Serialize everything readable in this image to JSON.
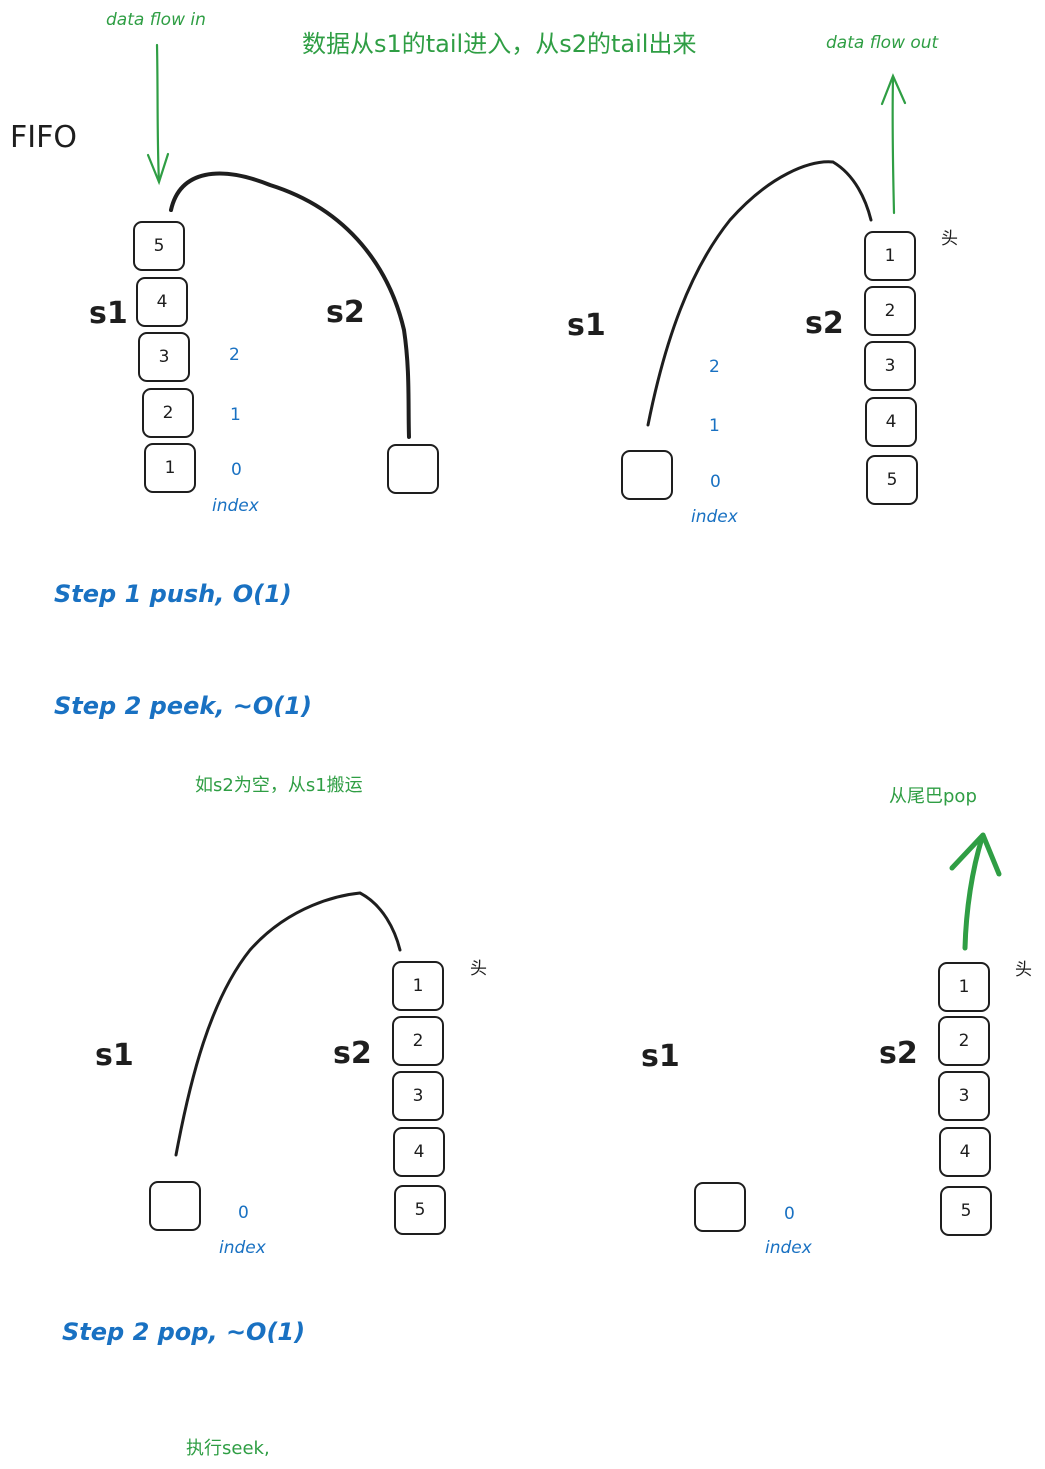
{
  "header": {
    "flow_in": "data flow in",
    "flow_out": "data flow out",
    "description": "数据从s1的tail进入，从s2的tail出来",
    "fifo": "FIFO"
  },
  "labels": {
    "s1": "s1",
    "s2": "s2",
    "index": "index",
    "head": "头"
  },
  "panel_push": {
    "s1_stack": [
      "5",
      "4",
      "3",
      "2",
      "1"
    ],
    "indices": [
      "2",
      "1",
      "0"
    ],
    "s2_stack": [
      ""
    ]
  },
  "panel_transfer": {
    "s1_stack": [
      ""
    ],
    "indices": [
      "2",
      "1",
      "0"
    ],
    "s2_stack": [
      "1",
      "2",
      "3",
      "4",
      "5"
    ]
  },
  "steps": {
    "push": "Step 1 push, O(1)",
    "peek": "Step 2 peek, ~O(1)",
    "peek_note": "如s2为空，从s1搬运",
    "pop": "Step 2 pop, ~O(1)",
    "pop_note": "执行seek,"
  },
  "panel_peek": {
    "s1_stack": [
      ""
    ],
    "indices": [
      "0"
    ],
    "s2_stack": [
      "1",
      "2",
      "3",
      "4",
      "5"
    ]
  },
  "panel_pop": {
    "s1_stack": [
      ""
    ],
    "indices": [
      "0"
    ],
    "s2_stack": [
      "1",
      "2",
      "3",
      "4",
      "5"
    ],
    "pop_note": "从尾巴pop"
  },
  "colors": {
    "green": "#2f9e44",
    "blue": "#1971c2",
    "ink": "#1e1e1e"
  }
}
